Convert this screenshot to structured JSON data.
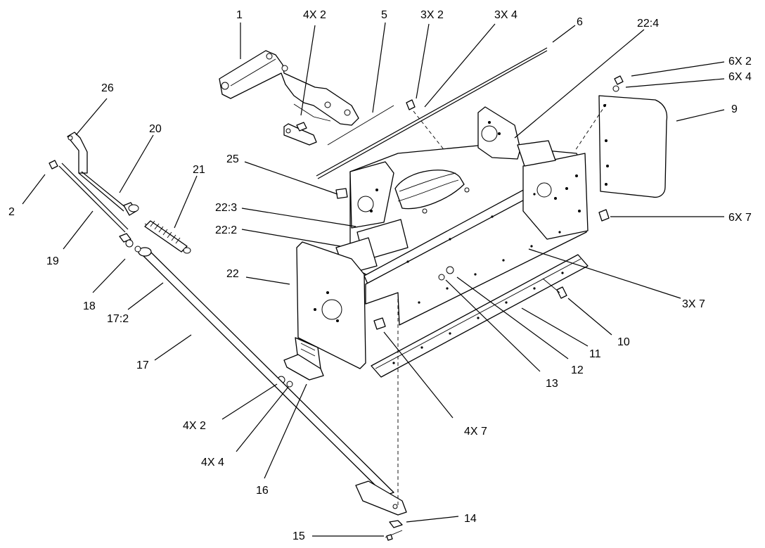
{
  "callouts": [
    {
      "id": "c-1",
      "text": "1"
    },
    {
      "id": "c-4x2-top",
      "text": "4X 2"
    },
    {
      "id": "c-5",
      "text": "5"
    },
    {
      "id": "c-3x2",
      "text": "3X 2"
    },
    {
      "id": "c-3x4",
      "text": "3X 4"
    },
    {
      "id": "c-6",
      "text": "6"
    },
    {
      "id": "c-22-4",
      "text": "22:4"
    },
    {
      "id": "c-6x2",
      "text": "6X 2"
    },
    {
      "id": "c-6x4",
      "text": "6X 4"
    },
    {
      "id": "c-9",
      "text": "9"
    },
    {
      "id": "c-26",
      "text": "26"
    },
    {
      "id": "c-20",
      "text": "20"
    },
    {
      "id": "c-21",
      "text": "21"
    },
    {
      "id": "c-25",
      "text": "25"
    },
    {
      "id": "c-2",
      "text": "2"
    },
    {
      "id": "c-6x7",
      "text": "6X 7"
    },
    {
      "id": "c-22-3",
      "text": "22:3"
    },
    {
      "id": "c-22-2",
      "text": "22:2"
    },
    {
      "id": "c-19",
      "text": "19"
    },
    {
      "id": "c-22",
      "text": "22"
    },
    {
      "id": "c-18",
      "text": "18"
    },
    {
      "id": "c-3x7",
      "text": "3X 7"
    },
    {
      "id": "c-17-2",
      "text": "17:2"
    },
    {
      "id": "c-10",
      "text": "10"
    },
    {
      "id": "c-11",
      "text": "11"
    },
    {
      "id": "c-12",
      "text": "12"
    },
    {
      "id": "c-17",
      "text": "17"
    },
    {
      "id": "c-13",
      "text": "13"
    },
    {
      "id": "c-4x2-bot",
      "text": "4X 2"
    },
    {
      "id": "c-4x7",
      "text": "4X 7"
    },
    {
      "id": "c-4x4",
      "text": "4X 4"
    },
    {
      "id": "c-16",
      "text": "16"
    },
    {
      "id": "c-14",
      "text": "14"
    },
    {
      "id": "c-15",
      "text": "15"
    }
  ]
}
